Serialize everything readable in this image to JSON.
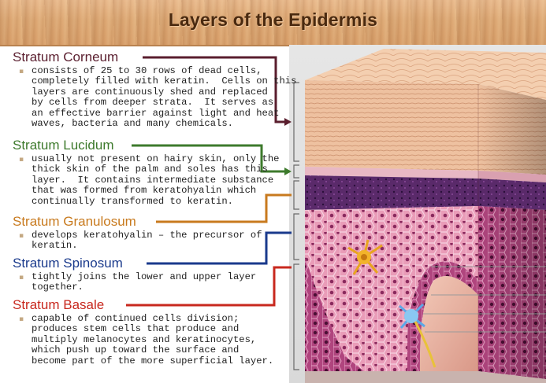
{
  "title": "Layers of the Epidermis",
  "colors": {
    "corneum": "#5a1e2e",
    "lucidum": "#3d7a2c",
    "granulosum": "#c87a1e",
    "spinosum": "#1a3a8c",
    "basale": "#c8281e"
  },
  "layers": [
    {
      "name": "Stratum Corneum",
      "lines": [
        "consists of 25 to 30 rows of dead cells,",
        "completely filled with keratin.  Cells on this",
        "layers are continuously shed and replaced",
        "by cells from deeper strata.  It serves as",
        "an effective barrier against light and heat",
        "waves, bacteria and many chemicals."
      ]
    },
    {
      "name": "Stratum Lucidum",
      "lines": [
        "usually not present on hairy skin, only the",
        "thick skin of the palm and soles has this",
        "layer.  It contains intermediate substance",
        "that was formed from keratohyalin which",
        "continually transformed to keratin."
      ]
    },
    {
      "name": "Stratum Granulosum",
      "lines": [
        "develops keratohyalin – the precursor of",
        "keratin."
      ]
    },
    {
      "name": "Stratum Spinosum",
      "lines": [
        "tightly joins the lower and upper layer",
        "together."
      ]
    },
    {
      "name": "Stratum Basale",
      "lines": [
        "capable of continued cells division;",
        "produces stem cells that produce and",
        "multiply melanocytes and keratinocytes,",
        "which push up toward the surface and",
        "become part of the more superficial layer."
      ]
    }
  ]
}
